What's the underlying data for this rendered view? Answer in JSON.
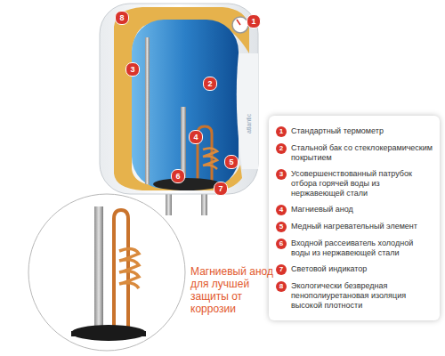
{
  "diagram": {
    "labels": [
      "8",
      "1",
      "3",
      "2",
      "4",
      "5",
      "6",
      "7",
      "1",
      "Стандартный термометр",
      "2",
      "Стальной бак со стеклокерамическим покрытием",
      "3",
      "Усовершенствованный патрубок отбора горячей воды из нержавеющей стали",
      "4",
      "Магниевый анод",
      "5",
      "Медный нагревательный элемент",
      "6",
      "Входной рассеиватель холодной воды из нержавеющей стали",
      "7",
      "Световой индикатор",
      "8",
      "Экологически безвредная пенополиуретановая изоляция высокой плотности",
      "Магниевый анод для лучшей защиты от коррозии",
      "atlantic"
    ]
  }
}
